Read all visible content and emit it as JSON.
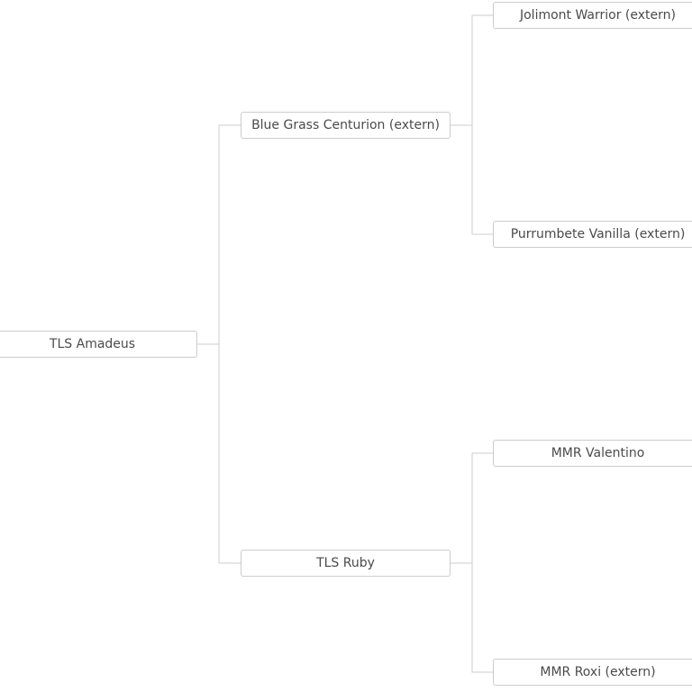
{
  "pedigree": {
    "root": {
      "name": "TLS Amadeus"
    },
    "sire": {
      "name": "Blue Grass Centurion (extern)"
    },
    "dam": {
      "name": "TLS Ruby"
    },
    "sire_sire": {
      "name": "Jolimont Warrior (extern)"
    },
    "sire_dam": {
      "name": "Purrumbete Vanilla (extern)"
    },
    "dam_sire": {
      "name": "MMR Valentino"
    },
    "dam_dam": {
      "name": "MMR Roxi (extern)"
    }
  },
  "colors": {
    "connector": "#cccccc",
    "node_border": "#cccccc",
    "node_text": "#4a4a4a",
    "background": "#ffffff"
  }
}
